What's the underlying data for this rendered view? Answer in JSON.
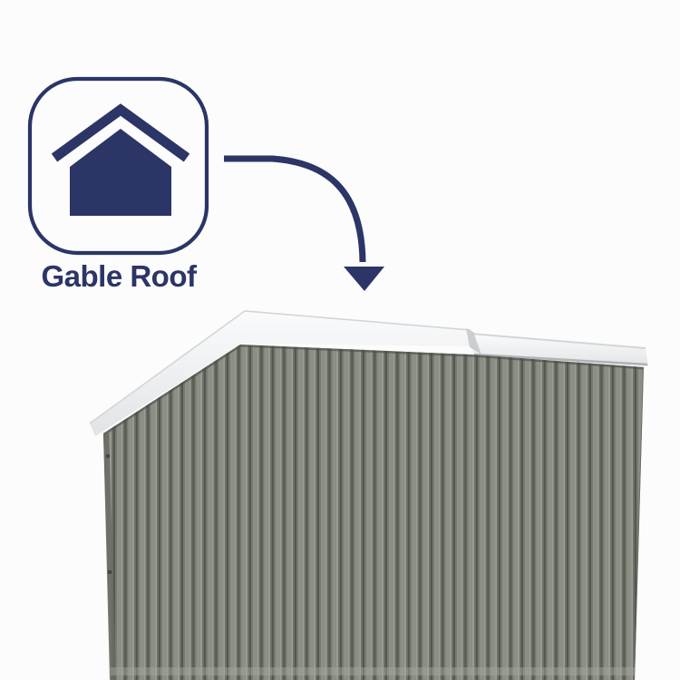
{
  "badge": {
    "label": "Gable Roof",
    "icon": "house-gable-icon"
  },
  "annotation": {
    "arrow_icon": "curved-arrow-down-icon",
    "points_to": "shed roof ridge in photo"
  },
  "photo": {
    "subject": "Corner of a corrugated steel garden shed with a white gable roof barge capping, viewed from below against a white background"
  },
  "colors": {
    "navy": "#2b3566",
    "background": "#fcfcfc",
    "capping_top": "#fafbfc",
    "capping_bottom": "#e1e4e6",
    "capping_edge": "#d2d6d8",
    "capping_shadow": "#aeb3b6",
    "capping_fold": "#c2c7ca",
    "wall_light": "#8b8f86",
    "wall_dark": "#54584f",
    "wall_mid": "#74786f",
    "wall_mid2": "#6a6e65",
    "wall_highlight": "#999d94",
    "wall_top_shadow": "#4b4f46",
    "wall_trim": "#676b62",
    "wall_screw": "#43463f",
    "wall_base_fade": "#a6a9a2",
    "wall_edge": "#63675e"
  }
}
